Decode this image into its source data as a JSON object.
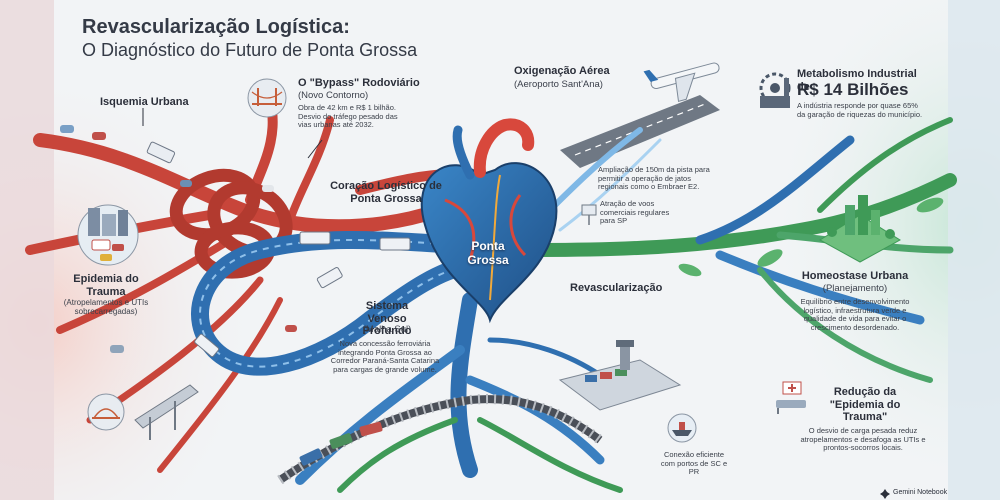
{
  "title": {
    "line1": "Revascularização Logística:",
    "line2": "O Diagnóstico do Futuro de Ponta Grossa"
  },
  "isquemia": {
    "title": "Isquemia Urbana"
  },
  "bypass": {
    "title": "O \"Bypass\" Rodoviário",
    "subtitle": "(Novo Contorno)",
    "text": "Obra de 42 km e R$ 1 bilhão. Desvio do tráfego pesado das vias urbanas até 2032."
  },
  "heart": {
    "title": "Coração Logístico de Ponta Grossa",
    "center_label": "Ponta Grossa"
  },
  "epidemia": {
    "title": "Epidemia do Trauma",
    "subtitle": "(Atropelamentos e UTIs sobrecarregadas)"
  },
  "venoso": {
    "title": "Sistema Venoso Profundo",
    "subtitle": "(Malha Sul)",
    "text": "Nova concessão ferroviária integrando Ponta Grossa ao Corredor Paraná-Santa Catarina para cargas de grande volume."
  },
  "oxigenacao": {
    "title": "Oxigenação Aérea",
    "subtitle": "(Aeroporto Sant'Ana)",
    "text1": "Ampliação de 150m da pista para permitir a operação de jatos regionais como o Embraer E2.",
    "text2": "Atração de voos comerciais regulares para SP"
  },
  "revascularizacao": {
    "label": "Revascularização"
  },
  "metabolismo": {
    "title": "Metabolismo Industrial de",
    "value": "R$ 14 Bilhões",
    "text": "A indústria responde por quase 65% da garação de riquezas do município."
  },
  "homeostase": {
    "title": "Homeostase Urbana",
    "subtitle": "(Planejamento)",
    "text": "Equilíbrio entre desenvolvimento logístico, infraestrutura verde e qualidade de vida para evitar o crescimento desordenado."
  },
  "reducao": {
    "title": "Redução da \"Epidemia do Trauma\"",
    "text": "O desvio de carga pesada reduz atropelamentos e desafoga as UTIs e prontos-socorros locais."
  },
  "portos": {
    "text": "Conexão eficiente com portos de SC e PR"
  },
  "watermark": "Gemini Notebook",
  "colors": {
    "artery_red": "#c8453a",
    "vein_blue": "#2f6fb0",
    "green": "#3f9a57",
    "bg_left": "#f4d4cf",
    "bg_right": "#cfe9dc"
  }
}
